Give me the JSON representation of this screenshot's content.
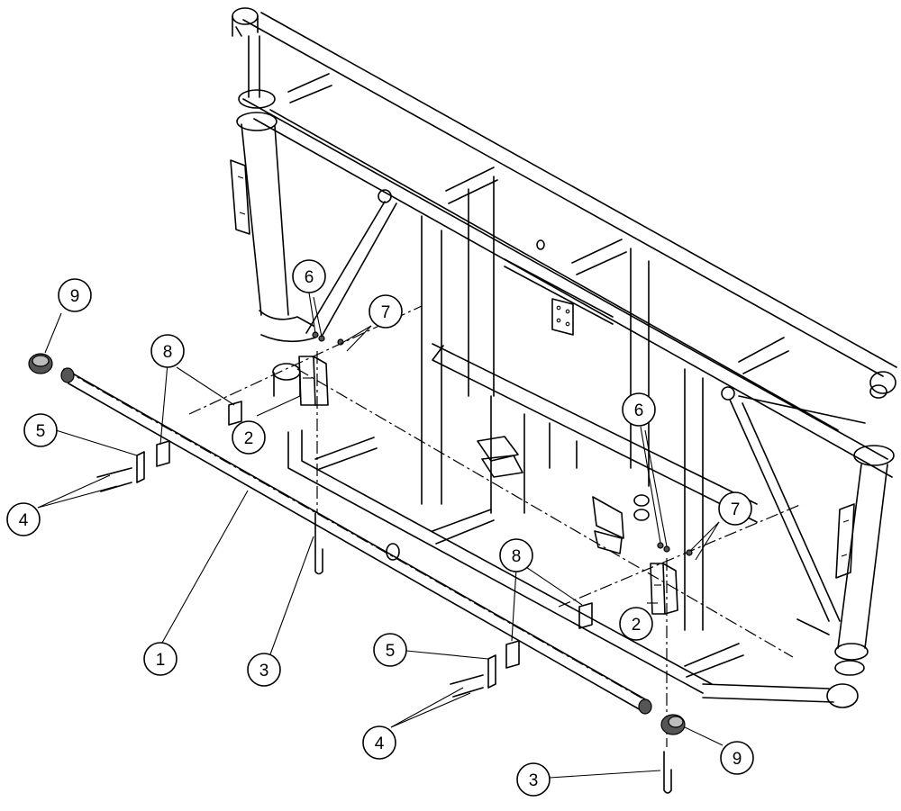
{
  "callouts": [
    {
      "label": "1"
    },
    {
      "label": "2"
    },
    {
      "label": "2"
    },
    {
      "label": "3"
    },
    {
      "label": "3"
    },
    {
      "label": "4"
    },
    {
      "label": "4"
    },
    {
      "label": "5"
    },
    {
      "label": "5"
    },
    {
      "label": "6"
    },
    {
      "label": "6"
    },
    {
      "label": "7"
    },
    {
      "label": "7"
    },
    {
      "label": "8"
    },
    {
      "label": "8"
    },
    {
      "label": "9"
    },
    {
      "label": "9"
    }
  ]
}
